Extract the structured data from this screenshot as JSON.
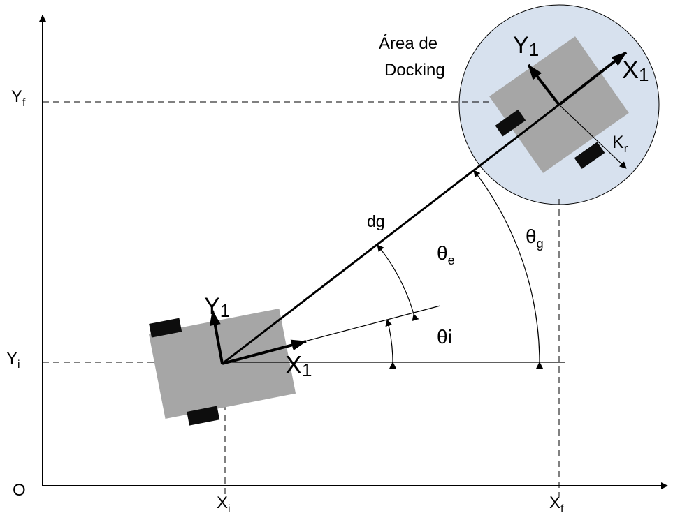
{
  "origin_label": "O",
  "axis_labels": {
    "yf": {
      "main": "Y",
      "sub": "f"
    },
    "yi": {
      "main": "Y",
      "sub": "i"
    },
    "xi": {
      "main": "X",
      "sub": "i"
    },
    "xf": {
      "main": "X",
      "sub": "f"
    }
  },
  "docking_area": {
    "line1": "Área de",
    "line2": "Docking"
  },
  "kr": {
    "main": "K",
    "sub": "r"
  },
  "distance_label": "dg",
  "angles": {
    "theta_e": {
      "main": "θ",
      "sub": "e"
    },
    "theta_g": {
      "main": "θ",
      "sub": "g"
    },
    "theta_i": "θi"
  },
  "robot_initial": {
    "x_axis": {
      "main": "X",
      "sub": "1"
    },
    "y_axis": {
      "main": "Y",
      "sub": "1"
    }
  },
  "robot_final": {
    "x_axis": {
      "main": "X",
      "sub": "1"
    },
    "y_axis": {
      "main": "Y",
      "sub": "1"
    }
  },
  "colors": {
    "docking_fill": "#d7e1ee",
    "robot_body": "#a6a6a6",
    "wheel": "#0d0d0d",
    "line": "#000000"
  }
}
